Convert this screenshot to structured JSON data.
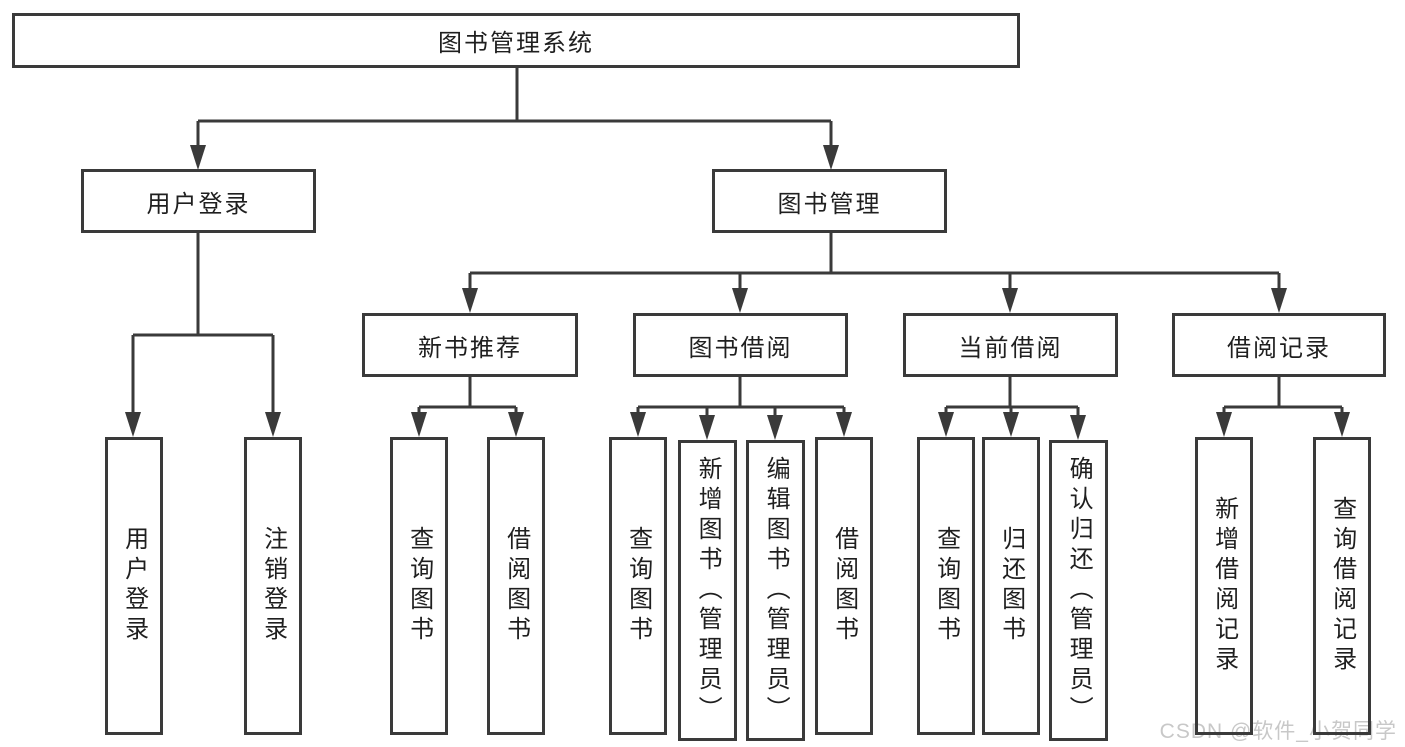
{
  "diagram": {
    "title_node": {
      "label": "图书管理系统"
    },
    "nodes": {
      "user_login": {
        "label": "用户登录"
      },
      "book_mgmt": {
        "label": "图书管理"
      },
      "new_book_rec": {
        "label": "新书推荐"
      },
      "book_borrow": {
        "label": "图书借阅"
      },
      "current_borrow": {
        "label": "当前借阅"
      },
      "borrow_record": {
        "label": "借阅记录"
      }
    },
    "leaves": {
      "user_login": {
        "label": "用户登录"
      },
      "logout": {
        "label": "注销登录"
      },
      "query_book_1": {
        "label": "查询图书"
      },
      "borrow_book_1": {
        "label": "借阅图书"
      },
      "query_book_2": {
        "label": "查询图书"
      },
      "add_book_admin": {
        "label": "新增图书（管理员）"
      },
      "edit_book_admin": {
        "label": "编辑图书（管理员）"
      },
      "borrow_book_2": {
        "label": "借阅图书"
      },
      "query_book_3": {
        "label": "查询图书"
      },
      "return_book": {
        "label": "归还图书"
      },
      "confirm_return_admin": {
        "label": "确认归还（管理员）"
      },
      "add_borrow_record": {
        "label": "新增借阅记录"
      },
      "query_borrow_record": {
        "label": "查询借阅记录"
      }
    },
    "colors": {
      "line": "#3a3a3a",
      "text": "#1f1f1f",
      "background": "#ffffff"
    }
  },
  "watermark": {
    "text": "CSDN @软件_小贺同学",
    "color": "#c8c8c8"
  }
}
